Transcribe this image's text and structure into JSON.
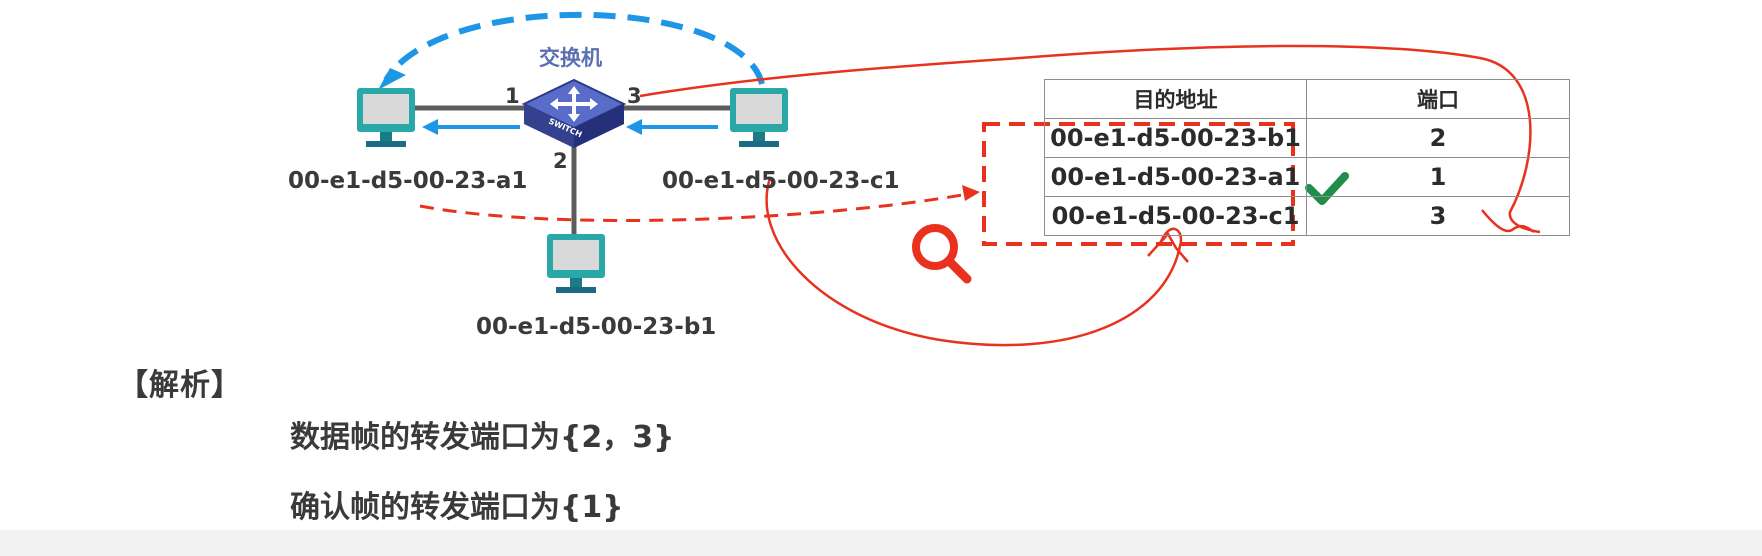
{
  "switch": {
    "label": "交换机",
    "icon": "network-switch-icon",
    "text": "SWITCH"
  },
  "ports": {
    "p1": "1",
    "p2": "2",
    "p3": "3"
  },
  "hosts": {
    "a1": "00-e1-d5-00-23-a1",
    "b1": "00-e1-d5-00-23-b1",
    "c1": "00-e1-d5-00-23-c1"
  },
  "mac_table": {
    "headers": [
      "目的地址",
      "端口"
    ],
    "rows": [
      {
        "address": "00-e1-d5-00-23-b1",
        "port": "2",
        "checked": false
      },
      {
        "address": "00-e1-d5-00-23-a1",
        "port": "1",
        "checked": true
      },
      {
        "address": "00-e1-d5-00-23-c1",
        "port": "3",
        "checked": false
      }
    ]
  },
  "analysis": {
    "title": "【解析】",
    "line1": "数据帧的转发端口为{2，3}",
    "line2": "确认帧的转发端口为{1}"
  },
  "colors": {
    "annotation_red": "#e8321e",
    "flow_blue": "#1e96e6",
    "monitor_teal": "#2aa8a8",
    "switch_blue": "#3b4a9e"
  }
}
